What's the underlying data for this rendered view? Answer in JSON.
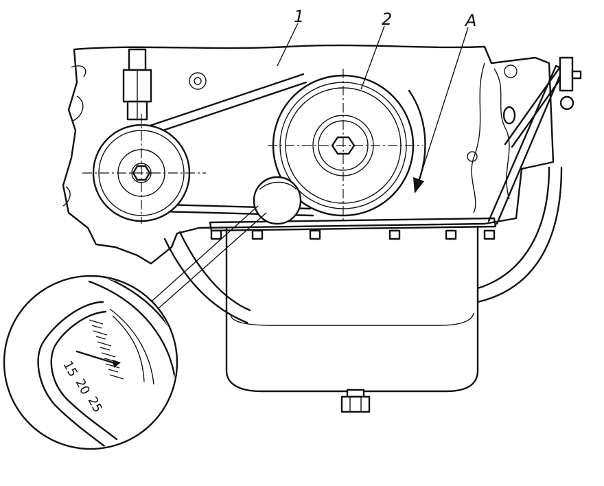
{
  "callouts": {
    "part_1": "1",
    "part_2": "2",
    "part_a": "A"
  },
  "inset_scale": {
    "labels": [
      "15",
      "20",
      "25"
    ]
  }
}
